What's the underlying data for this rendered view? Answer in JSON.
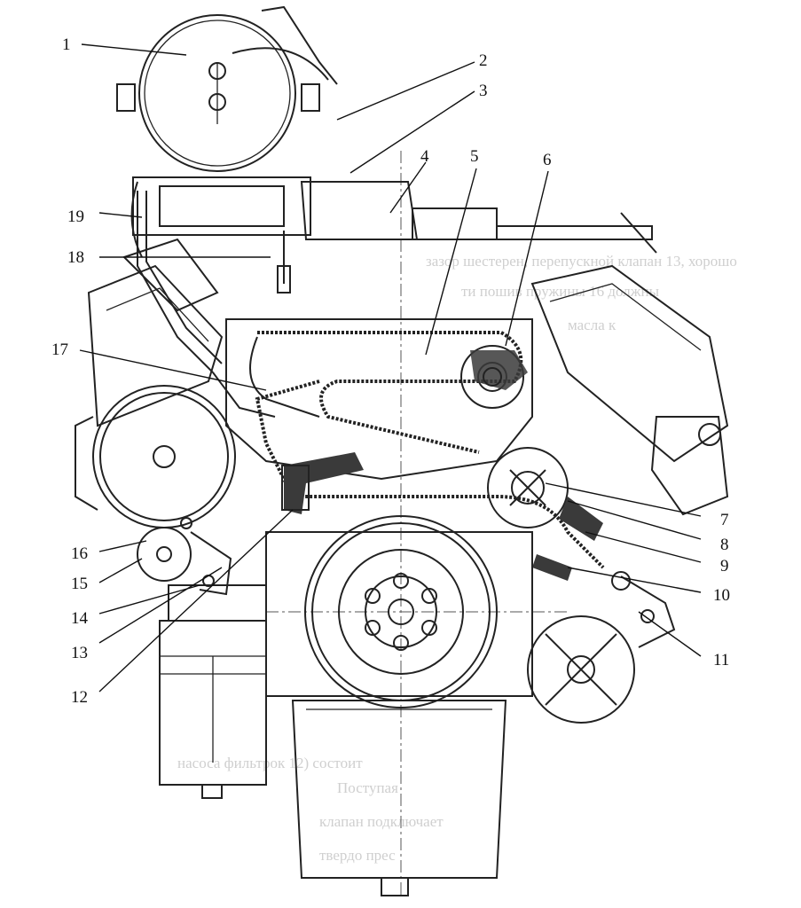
{
  "figure": {
    "callouts": [
      "1",
      "2",
      "3",
      "4",
      "5",
      "6",
      "7",
      "8",
      "9",
      "10",
      "11",
      "12",
      "13",
      "14",
      "15",
      "16",
      "17",
      "18",
      "19"
    ]
  },
  "bleed_through": {
    "lines": [
      "зазор шестерен, перепускной клапан 13, хорошо",
      "ти пошив пружины 16 должны",
      "масла к",
      "насоса фильтрок 12) состоит",
      "Поступая",
      "клапан подключает",
      "твердо прес"
    ]
  }
}
